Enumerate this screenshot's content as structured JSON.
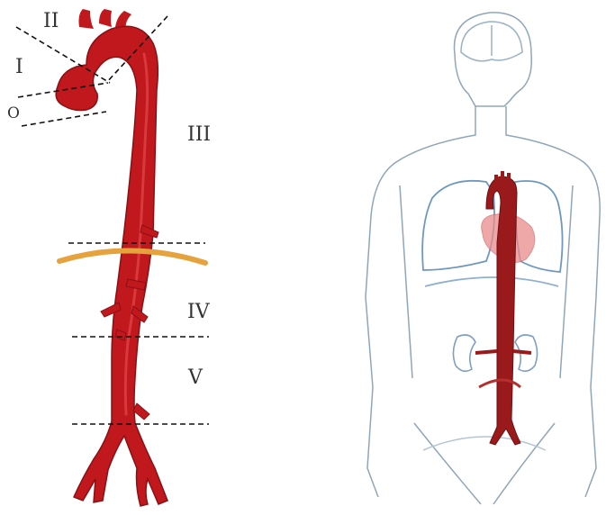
{
  "colors": {
    "aorta": "#c0181c",
    "aorta_dark": "#8b1014",
    "diaphragm": "#e6a23c",
    "body_outline": "#8fa6b8",
    "lung_outline": "#6f98c0",
    "heart": "#e98b8b",
    "kidney_outline": "#7f9fc2",
    "dashes": "#111111"
  },
  "zone_labels": {
    "zone_0": "O",
    "zone_1": "I",
    "zone_2": "II",
    "zone_3": "III",
    "zone_4": "IV",
    "zone_5": "V"
  }
}
